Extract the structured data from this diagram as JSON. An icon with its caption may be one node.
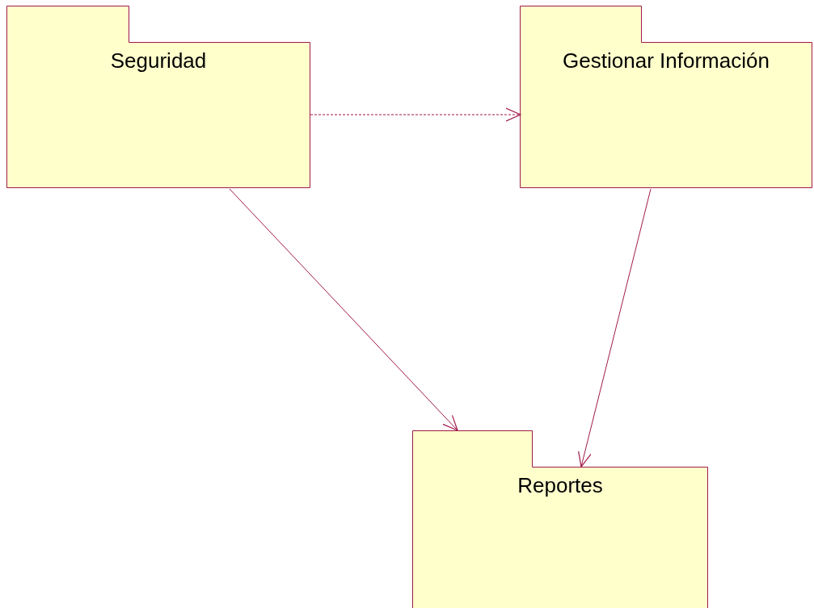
{
  "diagram": {
    "nodes": [
      {
        "text": [
          "Seguridad"
        ]
      },
      {
        "text": [
          "Gestionar Información"
        ]
      },
      {
        "text": [
          "Reportes"
        ]
      }
    ],
    "edges": [
      {
        "from": 0,
        "to": 1,
        "arrow": "to",
        "style": "dashed"
      },
      {
        "from": 0,
        "to": 2,
        "arrow": "to"
      },
      {
        "from": 1,
        "to": 2,
        "arrow": "to"
      }
    ]
  }
}
